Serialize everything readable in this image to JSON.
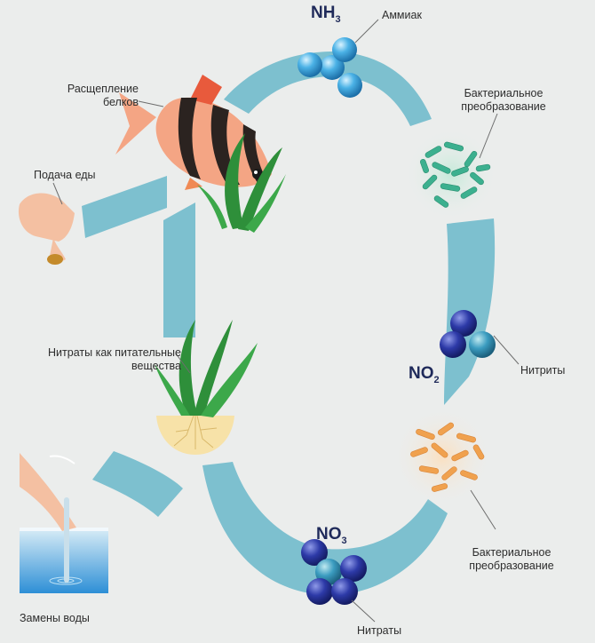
{
  "labels": {
    "ammonia": "Аммиак",
    "bacterial_1_l1": "Бактериальное",
    "bacterial_1_l2": "преобразование",
    "protein_l1": "Расщепление",
    "protein_l2": "белков",
    "feeding": "Подача еды",
    "nitrates_nutrients_l1": "Нитраты как питательные",
    "nitrates_nutrients_l2": "вещества",
    "nitrites": "Нитриты",
    "bacterial_2_l1": "Бактериальное",
    "bacterial_2_l2": "преобразование",
    "nitrates": "Нитраты",
    "water_change": "Замены воды"
  },
  "formulas": {
    "nh3_base": "NH",
    "nh3_sub": "3",
    "no2_base": "NO",
    "no2_sub": "2",
    "no3_base": "NO",
    "no3_sub": "3"
  },
  "colors": {
    "background": "#ebedec",
    "cycle_band": "#7dc0cf",
    "ammonia_molecule": "#44a9dd",
    "nitrite_molecule": "#2f3fa8",
    "nitrate_molecule": "#2b3ba2",
    "bacteria_green": "#3cb08f",
    "bacteria_orange": "#f0a14e",
    "fish_body": "#f4a584",
    "fish_stripes": "#2b2320",
    "plant_green": "#2e8f3a"
  }
}
